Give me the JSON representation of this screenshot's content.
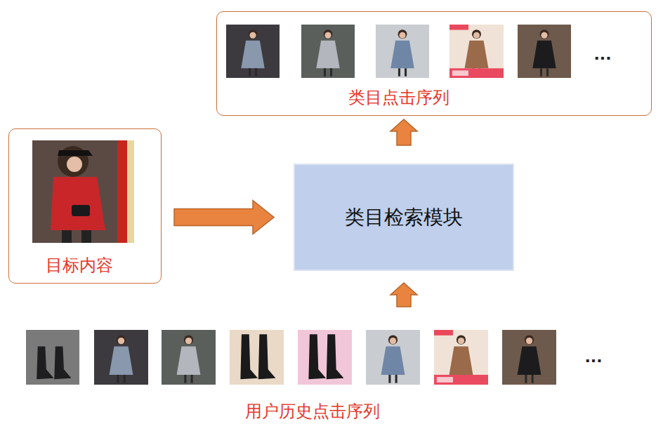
{
  "diagram": {
    "nodes": [
      {
        "text": [
          "类目点击序列"
        ]
      },
      {
        "text": [
          "目标内容"
        ]
      },
      {
        "text": [
          "类目检索模块"
        ]
      }
    ],
    "edges": [
      {
        "from": 1,
        "to": 2,
        "arrow": "to"
      },
      {
        "from": 2,
        "to": 0,
        "arrow": "to"
      }
    ],
    "labels": [
      "...",
      "...",
      "用户历史点击序列"
    ]
  }
}
